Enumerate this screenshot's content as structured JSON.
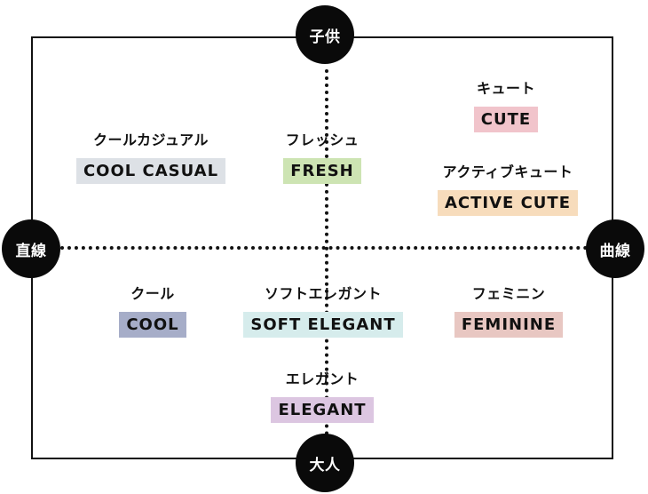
{
  "axes": {
    "top": "子供",
    "bottom": "大人",
    "left": "直線",
    "right": "曲線"
  },
  "items": [
    {
      "jp": "キュート",
      "en": "CUTE",
      "color": "#f1c4cb"
    },
    {
      "jp": "クールカジュアル",
      "en": "COOL CASUAL",
      "color": "#dde1e6"
    },
    {
      "jp": "フレッシュ",
      "en": "FRESH",
      "color": "#cde4b3"
    },
    {
      "jp": "アクティブキュート",
      "en": "ACTIVE CUTE",
      "color": "#f7dcbc"
    },
    {
      "jp": "クール",
      "en": "COOL",
      "color": "#a6adc8"
    },
    {
      "jp": "ソフトエレガント",
      "en": "SOFT ELEGANT",
      "color": "#d6ecec"
    },
    {
      "jp": "フェミニン",
      "en": "FEMININE",
      "color": "#e8c7c2"
    },
    {
      "jp": "エレガント",
      "en": "ELEGANT",
      "color": "#dcc6e1"
    }
  ]
}
